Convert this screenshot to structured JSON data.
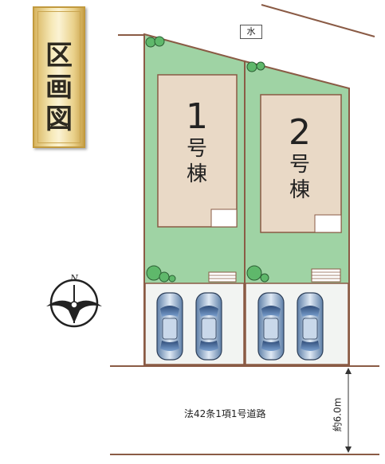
{
  "title": [
    "区",
    "画",
    "図"
  ],
  "water_label": "水",
  "road_label": "法42条1項1号道路",
  "road_width_label": "約6.0m",
  "lots": [
    {
      "number": "1",
      "label": [
        "号",
        "棟"
      ]
    },
    {
      "number": "2",
      "label": [
        "号",
        "棟"
      ]
    }
  ],
  "colors": {
    "lot_fill": "#9fd3a4",
    "lot_border": "#8a5b45",
    "building": "#e9d9c6",
    "parking": "#f2f4f2",
    "road_line": "#8a5b45",
    "gold": "#d8b560"
  }
}
